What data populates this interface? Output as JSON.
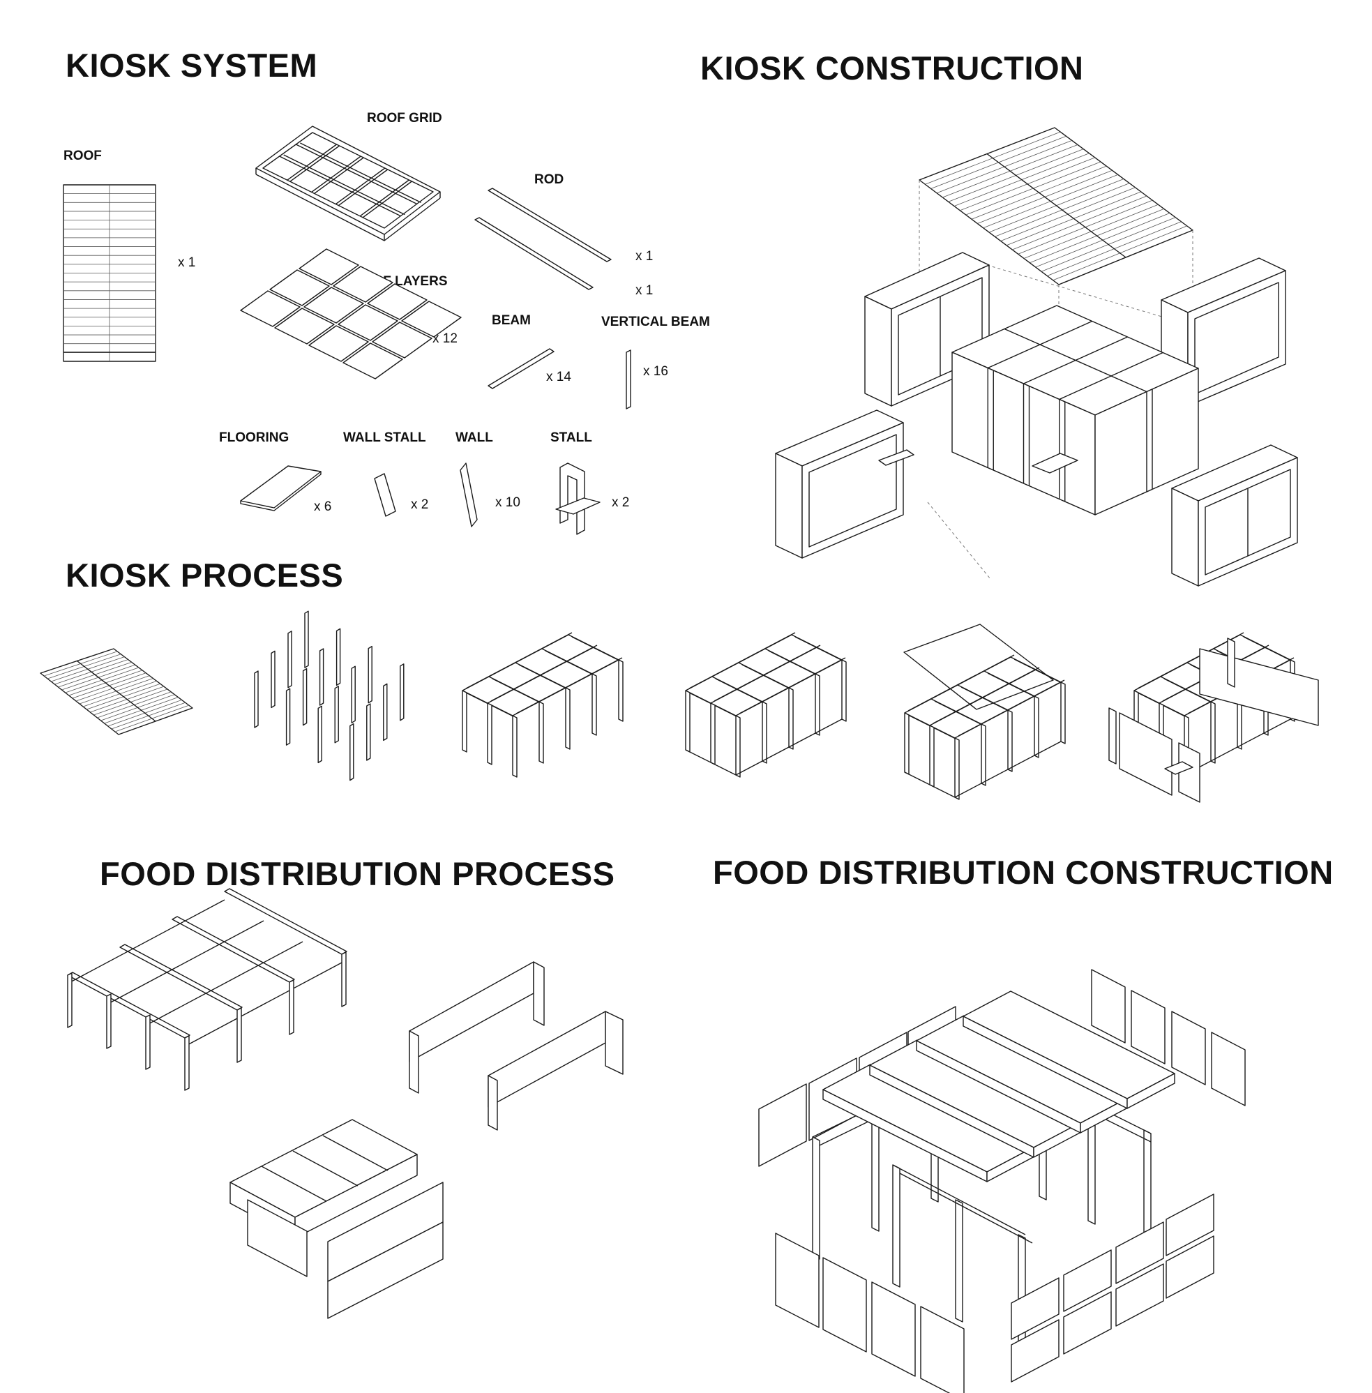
{
  "sections": {
    "kiosk_system": "KIOSK SYSTEM",
    "kiosk_construction": "KIOSK CONSTRUCTION",
    "kiosk_process": "KIOSK PROCESS",
    "food_distribution_process": "FOOD DISTRIBUTION PROCESS",
    "food_distribution_construction": "FOOD DISTRIBUTION CONSTRUCTION"
  },
  "components": [
    {
      "name": "ROOF",
      "count": "x 1"
    },
    {
      "name": "ROOF GRID",
      "count": ""
    },
    {
      "name": "ROD",
      "count": "x 1"
    },
    {
      "name": "",
      "count": "x 1"
    },
    {
      "name": "ROOF LAYERS",
      "count": "x 12"
    },
    {
      "name": "BEAM",
      "count": "x 14"
    },
    {
      "name": "VERTICAL BEAM",
      "count": "x 16"
    },
    {
      "name": "FLOORING",
      "count": "x 6"
    },
    {
      "name": "WALL STALL",
      "count": "x 2"
    },
    {
      "name": "WALL",
      "count": "x 10"
    },
    {
      "name": "STALL",
      "count": "x 2"
    }
  ],
  "colors": {
    "line": "#1a1a1a",
    "background": "#ffffff",
    "hidden_line": "#777777"
  }
}
